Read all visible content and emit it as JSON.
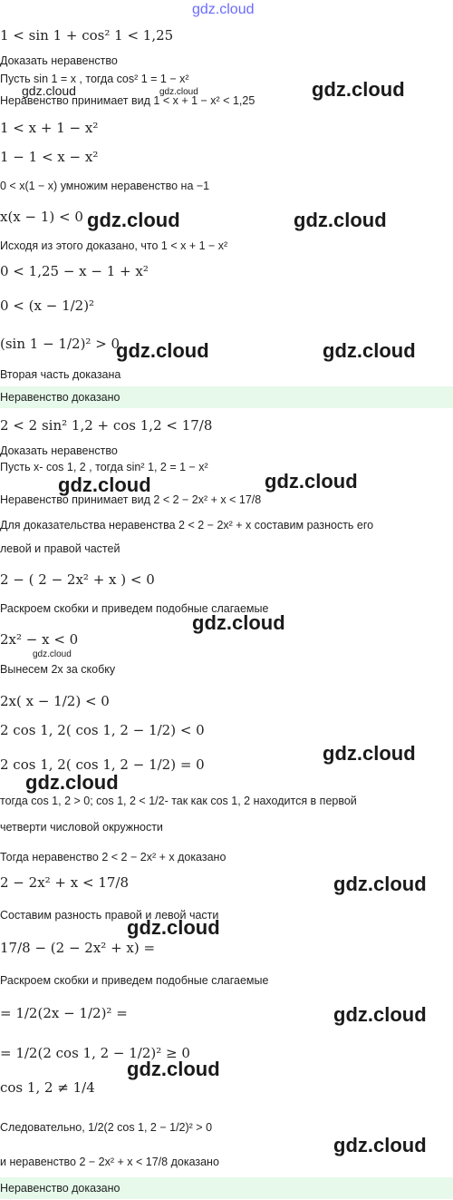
{
  "watermark": {
    "header": "gdz.cloud",
    "text": "gdz.cloud"
  },
  "lines": [
    {
      "id": "l1",
      "kind": "math",
      "text": "1 < sin 1 + cos² 1 < 1,25"
    },
    {
      "id": "l2",
      "kind": "text",
      "text": "Доказать неравенство"
    },
    {
      "id": "l3",
      "kind": "mixed",
      "text": "Пусть sin 1 = x , тогда cos² 1 = 1 − x²"
    },
    {
      "id": "l4",
      "kind": "mixed",
      "text": "Неравенство принимает вид 1 < x + 1 − x² < 1,25"
    },
    {
      "id": "l5",
      "kind": "math",
      "text": "1 < x + 1 − x²"
    },
    {
      "id": "l6",
      "kind": "math",
      "text": "1 − 1 < x − x²"
    },
    {
      "id": "l7",
      "kind": "mixed",
      "text": "0 < x(1 − x) умножим неравенство на −1"
    },
    {
      "id": "l8",
      "kind": "math",
      "text": "x(x − 1) < 0"
    },
    {
      "id": "l9",
      "kind": "mixed",
      "text": "Исходя из этого доказано, что 1 < x + 1 − x²"
    },
    {
      "id": "l10",
      "kind": "math",
      "text": "0 < 1,25 − x − 1 + x²"
    },
    {
      "id": "l11",
      "kind": "math",
      "text": "0 < (x − 1/2)²"
    },
    {
      "id": "l12",
      "kind": "math",
      "text": "(sin 1 − 1/2)² > 0"
    },
    {
      "id": "l13",
      "kind": "text",
      "text": "Вторая часть доказана"
    },
    {
      "id": "l15",
      "kind": "math",
      "text": "2 < 2 sin² 1,2 + cos 1,2 < 17/8"
    },
    {
      "id": "l16",
      "kind": "text",
      "text": "Доказать неравенство"
    },
    {
      "id": "l17",
      "kind": "mixed",
      "text": "Пусть x- cos 1, 2 , тогда sin² 1, 2 = 1 − x²"
    },
    {
      "id": "l18",
      "kind": "mixed",
      "text": "Неравенство принимает вид 2 < 2 − 2x² + x < 17/8"
    },
    {
      "id": "l19",
      "kind": "mixed",
      "text": "Для доказательства неравенства 2 < 2 − 2x² + x составим разность его"
    },
    {
      "id": "l20",
      "kind": "text",
      "text": "левой и правой частей"
    },
    {
      "id": "l21",
      "kind": "math",
      "text": "2 − ( 2 − 2x² + x ) < 0"
    },
    {
      "id": "l22",
      "kind": "text",
      "text": "Раскроем скобки и приведем подобные слагаемые"
    },
    {
      "id": "l23",
      "kind": "math",
      "text": "2x² − x < 0"
    },
    {
      "id": "l24",
      "kind": "mixed",
      "text": "Вынесем 2x за скобку"
    },
    {
      "id": "l25",
      "kind": "math",
      "text": "2x( x − 1/2) < 0"
    },
    {
      "id": "l26",
      "kind": "math",
      "text": "2 cos 1, 2( cos 1, 2 − 1/2) < 0"
    },
    {
      "id": "l27",
      "kind": "math",
      "text": "2 cos 1, 2( cos 1, 2 − 1/2) = 0"
    },
    {
      "id": "l28",
      "kind": "mixed",
      "text": "тогда cos 1, 2 > 0;  cos 1, 2 < 1/2- так как cos 1, 2 находится в первой"
    },
    {
      "id": "l29",
      "kind": "text",
      "text": "четверти числовой окружности"
    },
    {
      "id": "l30",
      "kind": "mixed",
      "text": "Тогда неравенство 2 < 2 − 2x² + x доказано"
    },
    {
      "id": "l31",
      "kind": "math",
      "text": "2 − 2x² + x < 17/8"
    },
    {
      "id": "l32",
      "kind": "text",
      "text": "Составим разность правой и левой части"
    },
    {
      "id": "l33",
      "kind": "math",
      "text": "17/8 − (2 − 2x² + x) ="
    },
    {
      "id": "l34",
      "kind": "text",
      "text": "Раскроем скобки и приведем подобные слагаемые"
    },
    {
      "id": "l35",
      "kind": "math",
      "text": "= 1/2(2x − 1/2)² ="
    },
    {
      "id": "l36",
      "kind": "math",
      "text": "= 1/2(2 cos 1, 2 − 1/2)² ≥ 0"
    },
    {
      "id": "l37",
      "kind": "math",
      "text": "cos 1, 2 ≠ 1/4"
    },
    {
      "id": "l38",
      "kind": "mixed",
      "text": "Следовательно, 1/2(2 cos 1, 2 − 1/2)² > 0"
    },
    {
      "id": "l39",
      "kind": "mixed",
      "text": "и неравенство 2 − 2x² + x < 17/8 доказано"
    }
  ],
  "bands": [
    {
      "id": "b1",
      "text": "Неравенство доказано"
    },
    {
      "id": "b2",
      "text": "Неравенство доказано"
    }
  ]
}
